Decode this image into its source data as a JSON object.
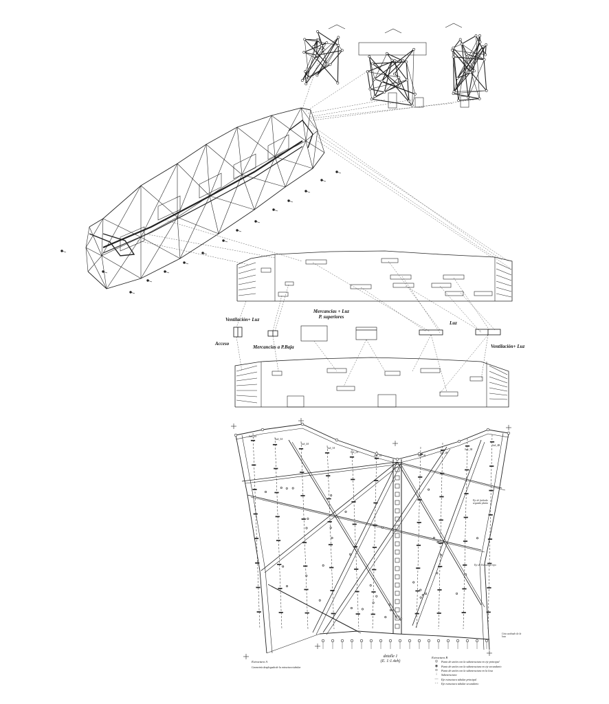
{
  "diagram": {
    "labels": {
      "ventilacion_luz_left": "Ventilación+ Luz",
      "mercancias_luz_line1": "Mercancias + Luz",
      "mercancias_luz_line2": "P. superiores",
      "acceso": "Acceso",
      "mercancias_pbaja": "Mercancias a P.Baja",
      "luz": "Luz",
      "ventilacion_luz_right": "Ventilación+ Luz"
    },
    "plan": {
      "top_labels": [
        "Sub_6A",
        "Sub_5A",
        "Sub_4A",
        "Sub_3A",
        "Sub_2A",
        "Sub_1A",
        "Sub_1B",
        "Sub_2B",
        "Sub_3B",
        "Sub_4B"
      ],
      "side_notes": [
        "Eje de fachada segunda planta",
        "Eje de Estructura tipo",
        "Cota acabado de la losa"
      ],
      "estructura_a": "Estructura A",
      "estructura_a_caption": "Geometría desplegada de la estructura tubular",
      "detalle_line1": "detalle 1",
      "detalle_line2": "(E. 1:1.4eh)",
      "estructura_b": "Estructura B",
      "legend": [
        "Punto de unión con la subestructura en eje principal",
        "Punto de unión con la subestructura en eje secundario",
        "Punto de unión con la subestructura en la losa",
        "Subestructura",
        "Eje estructura tubular principal",
        "Eje estructura tubular secundario"
      ],
      "legend_symbols": [
        "◎",
        "◉",
        "⊙",
        "⁝",
        "—",
        "- -"
      ]
    }
  }
}
